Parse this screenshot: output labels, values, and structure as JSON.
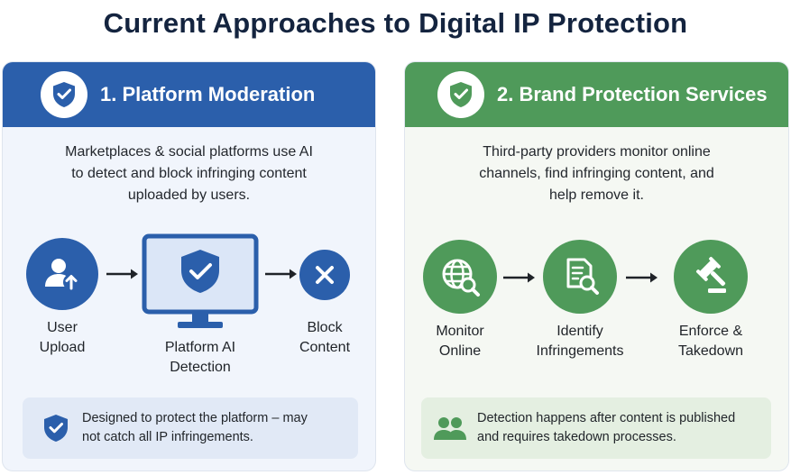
{
  "title": "Current Approaches to Digital IP Protection",
  "colors": {
    "blue": "#2b5fab",
    "green": "#4f9a5a",
    "title": "#14243f"
  },
  "left_panel": {
    "heading": "1. Platform Moderation",
    "header_icon": "shield-check-icon",
    "description": [
      "Marketplaces & social platforms use AI",
      "to detect and block infringing content",
      "uploaded by users."
    ],
    "steps": [
      {
        "icon": "user-upload-icon",
        "label": [
          "User",
          "Upload"
        ]
      },
      {
        "icon": "monitor-shield-icon",
        "label": [
          "Platform AI",
          "Detection"
        ]
      },
      {
        "icon": "x-circle-icon",
        "label": [
          "Block",
          "Content"
        ]
      }
    ],
    "note": {
      "icon": "shield-check-icon",
      "text": [
        "Designed to protect the platform – may",
        "not catch all IP infringements."
      ]
    }
  },
  "right_panel": {
    "heading": "2. Brand Protection Services",
    "header_icon": "shield-check-icon",
    "description": [
      "Third-party providers monitor online",
      "channels, find infringing content, and",
      "help remove it."
    ],
    "steps": [
      {
        "icon": "globe-search-icon",
        "label": [
          "Monitor",
          "Online"
        ]
      },
      {
        "icon": "document-search-icon",
        "label": [
          "Identify",
          "Infringements"
        ]
      },
      {
        "icon": "gavel-icon",
        "label": [
          "Enforce &",
          "Takedown"
        ]
      }
    ],
    "note": {
      "icon": "people-icon",
      "text": [
        "Detection happens after content is published",
        "and requires takedown processes."
      ]
    }
  }
}
